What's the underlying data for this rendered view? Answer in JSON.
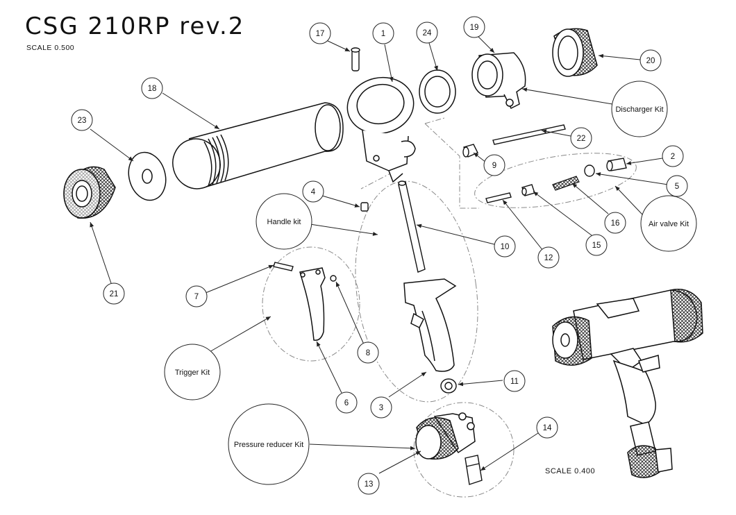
{
  "title": "CSG  210RP  rev.2",
  "scale_main": "SCALE  0.500",
  "scale_inset": "SCALE  0.400",
  "callouts": [
    {
      "id": "17",
      "text": "17"
    },
    {
      "id": "1",
      "text": "1"
    },
    {
      "id": "24",
      "text": "24"
    },
    {
      "id": "19",
      "text": "19"
    },
    {
      "id": "20",
      "text": "20"
    },
    {
      "id": "18",
      "text": "18"
    },
    {
      "id": "23",
      "text": "23"
    },
    {
      "id": "22",
      "text": "22"
    },
    {
      "id": "9",
      "text": "9"
    },
    {
      "id": "2",
      "text": "2"
    },
    {
      "id": "5",
      "text": "5"
    },
    {
      "id": "4",
      "text": "4"
    },
    {
      "id": "16",
      "text": "16"
    },
    {
      "id": "10",
      "text": "10"
    },
    {
      "id": "12",
      "text": "12"
    },
    {
      "id": "15",
      "text": "15"
    },
    {
      "id": "21",
      "text": "21"
    },
    {
      "id": "7",
      "text": "7"
    },
    {
      "id": "8",
      "text": "8"
    },
    {
      "id": "11",
      "text": "11"
    },
    {
      "id": "6",
      "text": "6"
    },
    {
      "id": "3",
      "text": "3"
    },
    {
      "id": "14",
      "text": "14"
    },
    {
      "id": "13",
      "text": "13"
    }
  ],
  "kits": {
    "discharger": "Discharger  Kit",
    "air_valve": "Air  valve  Kit",
    "handle": "Handle  kit",
    "trigger": "Trigger  Kit",
    "pressure_reducer": "Pressure  reducer  Kit"
  }
}
